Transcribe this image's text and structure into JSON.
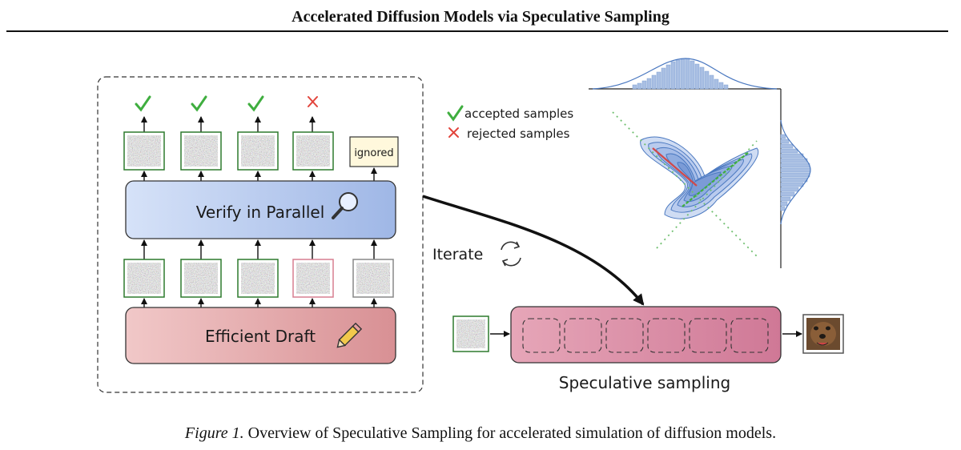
{
  "header": {
    "title": "Accelerated Diffusion Models via Speculative Sampling"
  },
  "figure": {
    "verify_label": "Verify in Parallel",
    "draft_label": "Efficient Draft",
    "ignored_label": "ignored",
    "iterate_label": "Iterate",
    "speculative_label": "Speculative sampling",
    "legend": {
      "accepted": "accepted samples",
      "rejected": "rejected samples"
    },
    "checks": [
      "accepted",
      "accepted",
      "accepted",
      "rejected"
    ],
    "colors": {
      "verify_fill": "#b9cbee",
      "draft_fill": "#e7a9ab",
      "spec_fill": "#d98aa3",
      "accept_green": "#3fae3f",
      "reject_red": "#e2453c",
      "contour_blue": "#4a78c0",
      "hist_blue": "#a9bfe3"
    }
  },
  "caption": {
    "label": "Figure 1.",
    "text": "Overview of Speculative Sampling for accelerated simulation of diffusion models."
  }
}
